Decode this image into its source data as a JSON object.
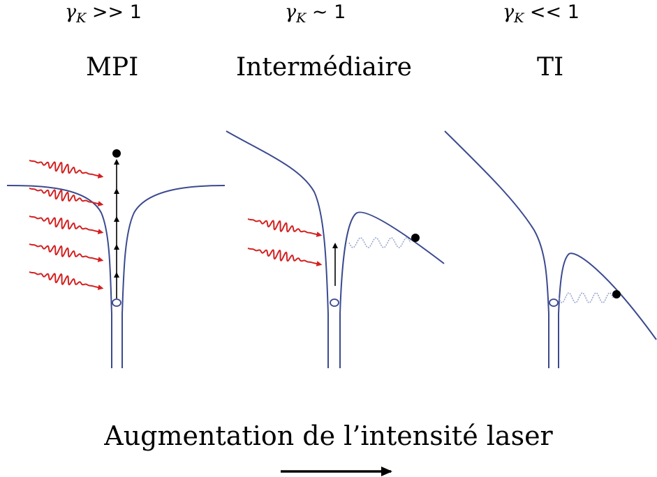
{
  "colors": {
    "potential": "#3b4a8f",
    "laser": "#d42020",
    "electron": "#000000",
    "wave": "#9aa7cf"
  },
  "columns": [
    {
      "gamma_symbol": "γ",
      "gamma_sub": "K",
      "gamma_relation": " >> 1",
      "regime": "MPI"
    },
    {
      "gamma_symbol": "γ",
      "gamma_sub": "K",
      "gamma_relation": " ~ 1",
      "regime": "Intermédiaire"
    },
    {
      "gamma_symbol": "γ",
      "gamma_sub": "K",
      "gamma_relation": " << 1",
      "regime": "TI"
    }
  ],
  "caption": "Augmentation de l’intensité laser",
  "icons": {
    "laser_pulse": "laser-pulse-icon",
    "electron": "electron-icon",
    "ground_state": "ground-state-icon",
    "tunnel_wave": "tunnel-wave-icon",
    "direction_arrow": "arrow-right-icon"
  }
}
